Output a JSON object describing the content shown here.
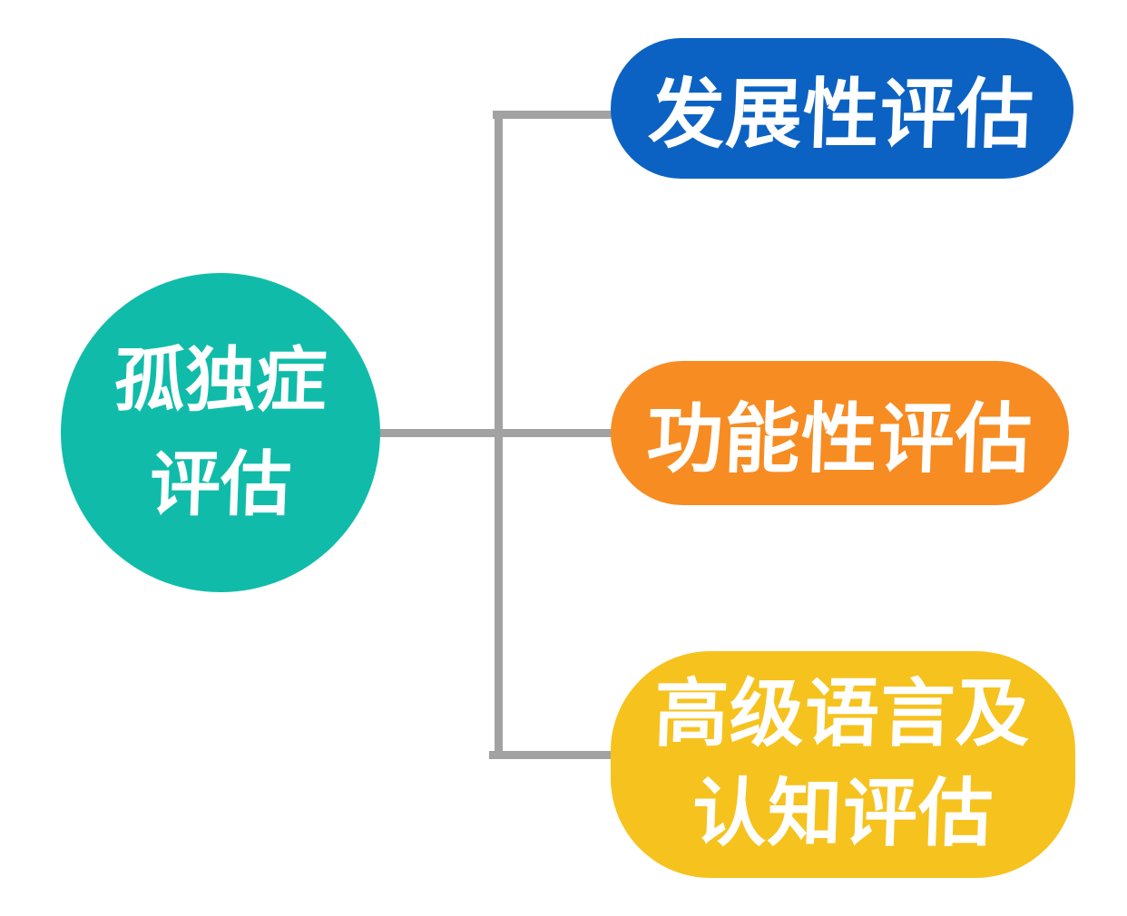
{
  "diagram": {
    "type": "mindmap",
    "background_color": "#ffffff",
    "connector_color": "#a2a2a2",
    "text_color": "#ffffff",
    "root": {
      "lines": [
        "孤独症",
        "评估"
      ],
      "full_label": "孤独症评估",
      "color": "#10bca9",
      "shape": "circle"
    },
    "branches": [
      {
        "id": "developmental-assessment",
        "lines": [
          "发展性评估"
        ],
        "full_label": "发展性评估",
        "color": "#0c62c3",
        "shape": "pill"
      },
      {
        "id": "functional-assessment",
        "lines": [
          "功能性评估"
        ],
        "full_label": "功能性评估",
        "color": "#f78c23",
        "shape": "pill"
      },
      {
        "id": "advanced-language-cognitive-assessment",
        "lines": [
          "高级语言及",
          "认知评估"
        ],
        "full_label": "高级语言及认知评估",
        "color": "#f6c21e",
        "shape": "pill"
      }
    ]
  }
}
